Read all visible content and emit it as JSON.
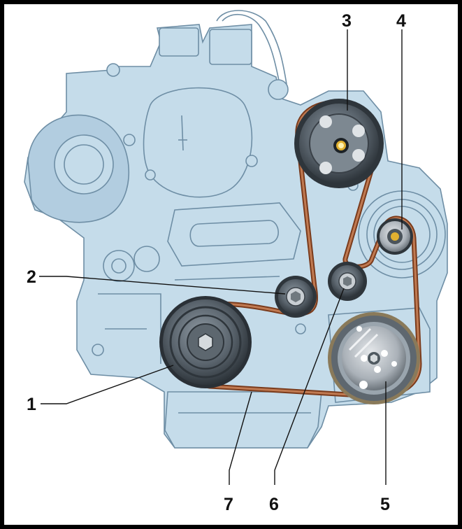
{
  "callouts": [
    {
      "id": "1",
      "label": "1"
    },
    {
      "id": "2",
      "label": "2"
    },
    {
      "id": "3",
      "label": "3"
    },
    {
      "id": "4",
      "label": "4"
    },
    {
      "id": "5",
      "label": "5"
    },
    {
      "id": "6",
      "label": "6"
    },
    {
      "id": "7",
      "label": "7"
    }
  ],
  "colors": {
    "engine_fill": "#c5dcea",
    "engine_stroke": "#6e8ea5",
    "belt": "#7a3b1c",
    "pulley_dark": "#3a4148",
    "pulley_mid": "#6d7780",
    "callout_text": "#111111"
  }
}
